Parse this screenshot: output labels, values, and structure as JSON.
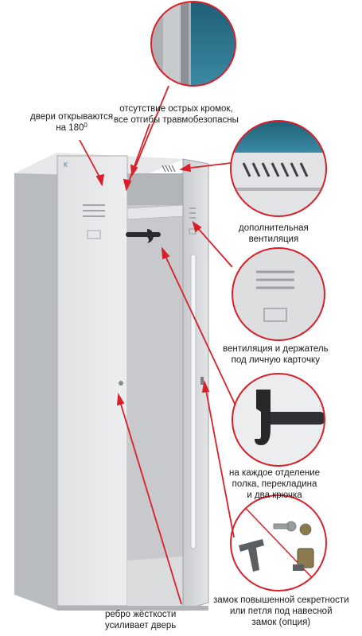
{
  "callouts": {
    "doors": {
      "line1": "двери открываются",
      "line2_prefix": "на 180",
      "degree_sup": "0"
    },
    "edges": {
      "line1": "отсутствие острых кромок,",
      "line2": "все отгибы травмобезопасны"
    },
    "ventilation_extra": {
      "line1": "дополнительная",
      "line2": "вентиляция"
    },
    "vent_holder": {
      "line1": "вентиляция и держатель",
      "line2": "под личную карточку"
    },
    "compartment": {
      "line1": "на каждое отделение",
      "line2": "полка, перекладина",
      "line3": "и два крючка"
    },
    "lock": {
      "line1": "замок повышенной секретности",
      "line2": "или петля под навесной",
      "line3": "замок (опция)"
    },
    "rib": {
      "line1": "ребро жёсткости",
      "line2": "усиливает дверь"
    }
  },
  "colors": {
    "accent_red": "#d8202a",
    "locker_gray": "#d4d6d8",
    "teal_bg": "#2a6e86"
  }
}
